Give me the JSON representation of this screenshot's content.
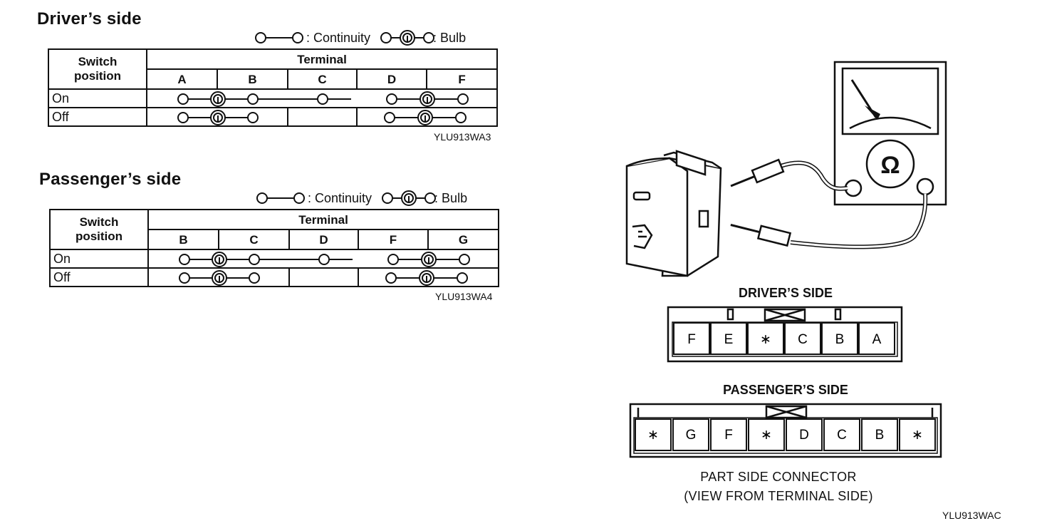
{
  "drivers": {
    "title": "Driver’s side",
    "legend_continuity": ": Continuity",
    "legend_bulb": ": Bulb",
    "header_switch": "Switch",
    "header_position": "position",
    "header_terminal": "Terminal",
    "terminals": [
      "A",
      "B",
      "C",
      "D",
      "F"
    ],
    "rows": [
      "On",
      "Off"
    ],
    "code": "YLU913WA3"
  },
  "passengers": {
    "title": "Passenger’s side",
    "legend_continuity": ": Continuity",
    "legend_bulb": ": Bulb",
    "header_switch": "Switch",
    "header_position": "position",
    "header_terminal": "Terminal",
    "terminals": [
      "B",
      "C",
      "D",
      "F",
      "G"
    ],
    "rows": [
      "On",
      "Off"
    ],
    "code": "YLU913WA4"
  },
  "meter": {
    "symbol": "Ω"
  },
  "connector_driver": {
    "title": "DRIVER’S SIDE",
    "pins": [
      "F",
      "E",
      "∗",
      "C",
      "B",
      "A"
    ]
  },
  "connector_passenger": {
    "title": "PASSENGER’S SIDE",
    "pins": [
      "∗",
      "G",
      "F",
      "∗",
      "D",
      "C",
      "B",
      "∗"
    ]
  },
  "caption_line1": "PART SIDE CONNECTOR",
  "caption_line2": "(VIEW FROM TERMINAL SIDE)",
  "figure_code": "YLU913WAC"
}
